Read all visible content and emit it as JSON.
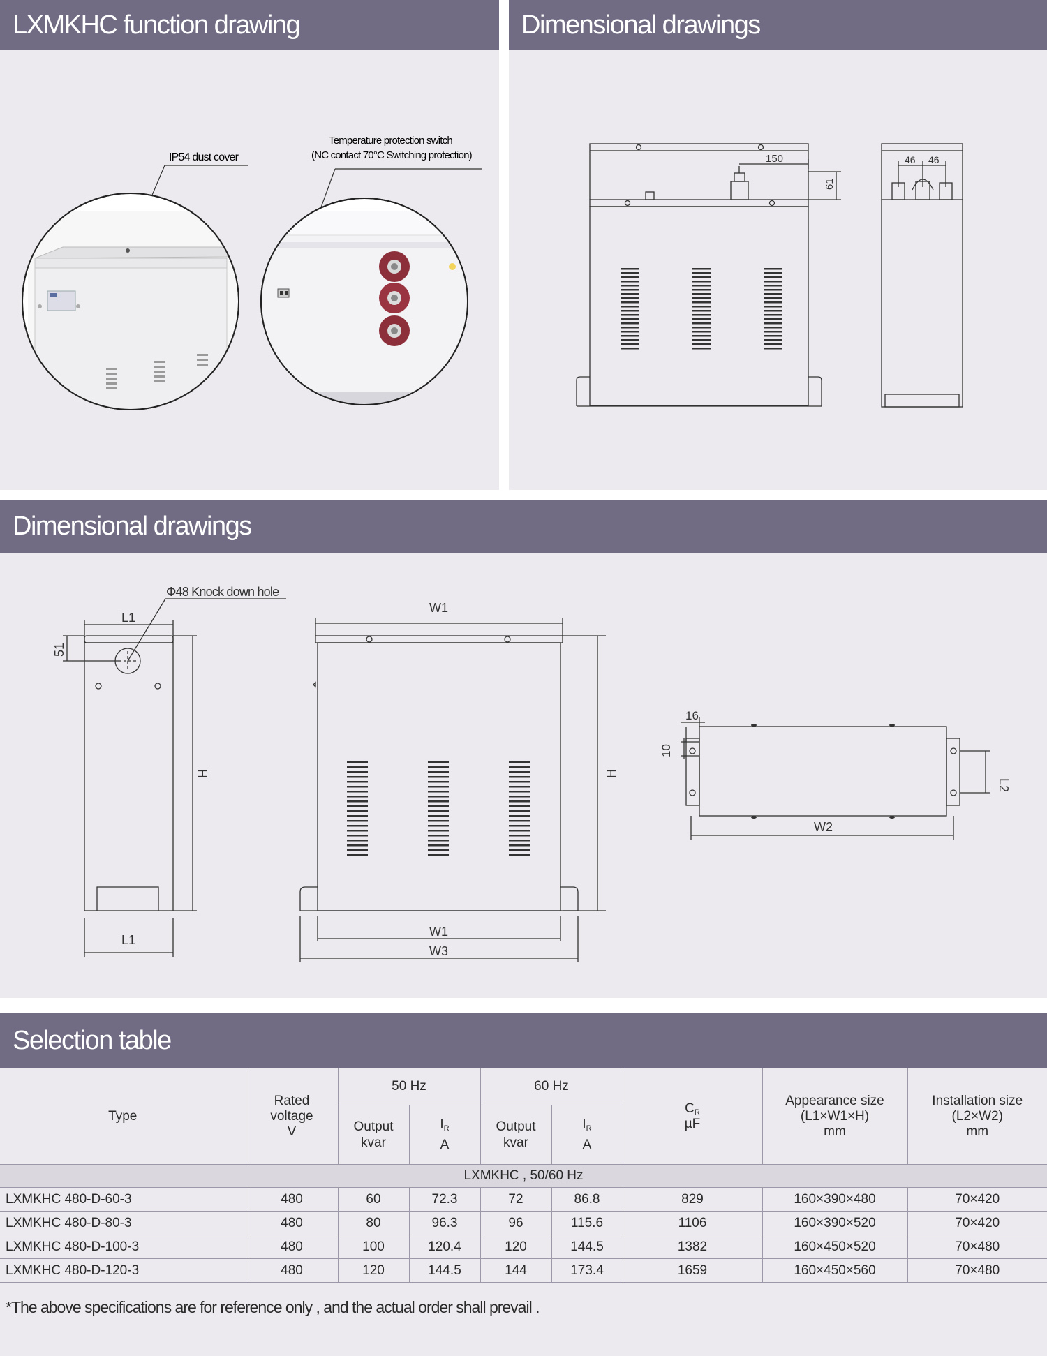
{
  "sections": {
    "function_title": "LXMKHC  function drawing",
    "dim_top_title": "Dimensional drawings",
    "dim_bottom_title": "Dimensional drawings",
    "selection_title": "Selection table"
  },
  "function_drawing": {
    "callout_cover": "IP54 dust cover",
    "callout_switch_line1": "Temperature protection switch",
    "callout_switch_line2": "(NC contact 70°C  Switching protection)"
  },
  "dim_top": {
    "d150": "150",
    "d61": "61",
    "d46a": "46",
    "d46b": "46"
  },
  "dim_bottom": {
    "knock_hole": "Φ48 Knock down hole",
    "L1_top": "L1",
    "d51": "51",
    "H_side": "H",
    "L1_bottom": "L1",
    "W1_top": "W1",
    "H_front": "H",
    "W1_bottom": "W1",
    "W3": "W3",
    "d16": "16",
    "d10": "10",
    "L2": "L2",
    "W2": "W2"
  },
  "table": {
    "col_type": "Type",
    "col_voltage": [
      "Rated",
      "voltage",
      "V"
    ],
    "hz50": "50 Hz",
    "hz60": "60 Hz",
    "col_output": [
      "Output",
      "kvar"
    ],
    "col_ir_main": "I",
    "col_ir_sub": "R",
    "col_ir_unit": "A",
    "col_cr_main": "C",
    "col_cr_sub": "R",
    "col_cr_unit": "µF",
    "col_appearance": [
      "Appearance size",
      "(L1×W1×H)",
      "mm"
    ],
    "col_installation": [
      "Installation size",
      "(L2×W2)",
      "mm"
    ],
    "group": "LXMKHC , 50/60 Hz",
    "rows": [
      [
        "LXMKHC   480-D-60-3",
        "480",
        "60",
        "72.3",
        "72",
        "86.8",
        "829",
        "160×390×480",
        "70×420"
      ],
      [
        "LXMKHC   480-D-80-3",
        "480",
        "80",
        "96.3",
        "96",
        "115.6",
        "1106",
        "160×390×520",
        "70×420"
      ],
      [
        "LXMKHC   480-D-100-3",
        "480",
        "100",
        "120.4",
        "120",
        "144.5",
        "1382",
        "160×450×520",
        "70×480"
      ],
      [
        "LXMKHC   480-D-120-3",
        "480",
        "120",
        "144.5",
        "144",
        "173.4",
        "1659",
        "160×450×560",
        "70×480"
      ]
    ]
  },
  "footnote": "*The above specifications are for reference only , and the actual order shall prevail ."
}
